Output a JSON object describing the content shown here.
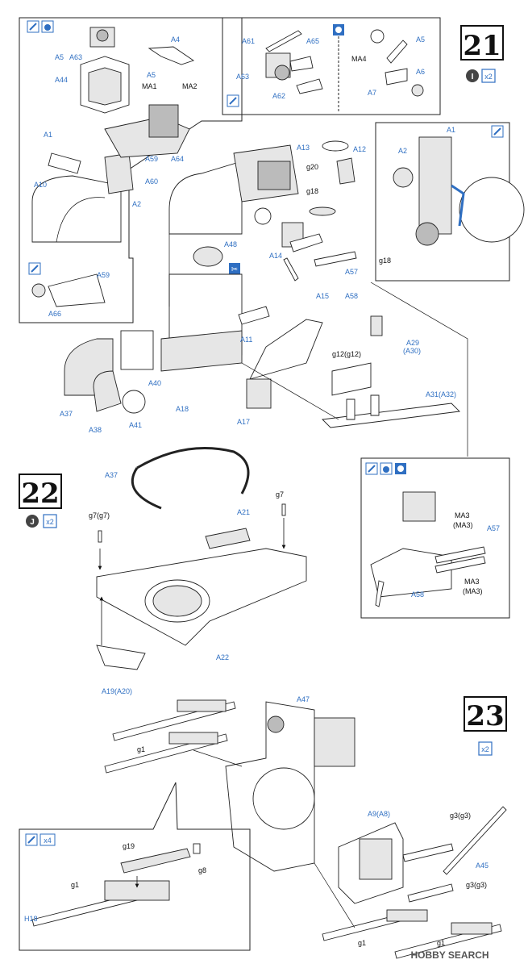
{
  "steps": [
    {
      "number": "21",
      "badge": "I",
      "qty": "x2"
    },
    {
      "number": "22",
      "badge": "J",
      "qty": "x2"
    },
    {
      "number": "23",
      "qty": "x2"
    }
  ],
  "inset_badges": {
    "a": "x4"
  },
  "labels": {
    "A5_top": "A5",
    "A63": "A63",
    "A4": "A4",
    "A5b": "A5",
    "A44": "A44",
    "MA1": "MA1",
    "MA2": "MA2",
    "A1": "A1",
    "A59": "A59",
    "A60": "A60",
    "A64": "A64",
    "A10": "A10",
    "A2": "A2",
    "A66": "A66",
    "A59b": "A59",
    "A61": "A61",
    "A65": "A65",
    "A63b": "A63",
    "A62": "A62",
    "MA4": "MA4",
    "A5c": "A5",
    "A7": "A7",
    "A6": "A6",
    "A13": "A13",
    "A12": "A12",
    "g20": "g20",
    "g18": "g18",
    "A48": "A48",
    "A14": "A14",
    "A57": "A57",
    "A58": "A58",
    "A15": "A15",
    "A1b": "A1",
    "A2b": "A2",
    "g18b": "g18",
    "A11": "A11",
    "A29": "A29",
    "A30": "(A30)",
    "g12": "g12(g12)",
    "A31": "A31(A32)",
    "A37": "A37",
    "A40": "A40",
    "A18": "A18",
    "A17": "A17",
    "A38": "A38",
    "A41": "A41",
    "MA3a": "MA3",
    "MA3a2": "(MA3)",
    "A57b": "A57",
    "A58b": "A58",
    "MA3b": "MA3",
    "MA3b2": "(MA3)",
    "A37b": "A37",
    "g7": "g7",
    "g7b": "g7(g7)",
    "A21": "A21",
    "A22": "A22",
    "A19": "A19(A20)",
    "A47": "A47",
    "g1a": "g1",
    "A9": "A9(A8)",
    "g3a": "g3(g3)",
    "A45": "A45",
    "g3b": "g3(g3)",
    "g19": "g19",
    "g8": "g8",
    "g1b": "g1",
    "H18": "H18",
    "g1c": "g1",
    "g1d": "g1"
  },
  "watermark": "HOBBY SEARCH",
  "colors": {
    "accent": "#2f6fc2",
    "ink": "#111111"
  }
}
